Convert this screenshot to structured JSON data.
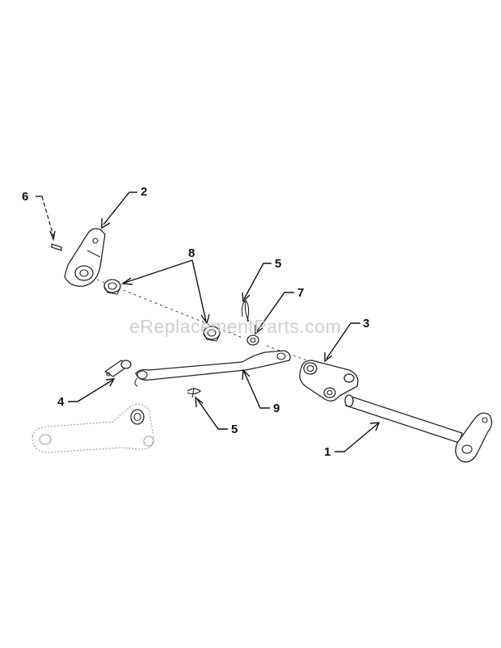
{
  "colors": {
    "line": "#262626",
    "text": "#111111",
    "watermark": "#c8c8c8",
    "background": "#ffffff"
  },
  "watermark": "eReplacementParts.com",
  "callouts": [
    {
      "id": "c6",
      "label": "6"
    },
    {
      "id": "c2",
      "label": "2"
    },
    {
      "id": "c8",
      "label": "8"
    },
    {
      "id": "c5a",
      "label": "5"
    },
    {
      "id": "c7",
      "label": "7"
    },
    {
      "id": "c3",
      "label": "3"
    },
    {
      "id": "c4",
      "label": "4"
    },
    {
      "id": "c9",
      "label": "9"
    },
    {
      "id": "c5b",
      "label": "5"
    },
    {
      "id": "c1",
      "label": "1"
    }
  ]
}
